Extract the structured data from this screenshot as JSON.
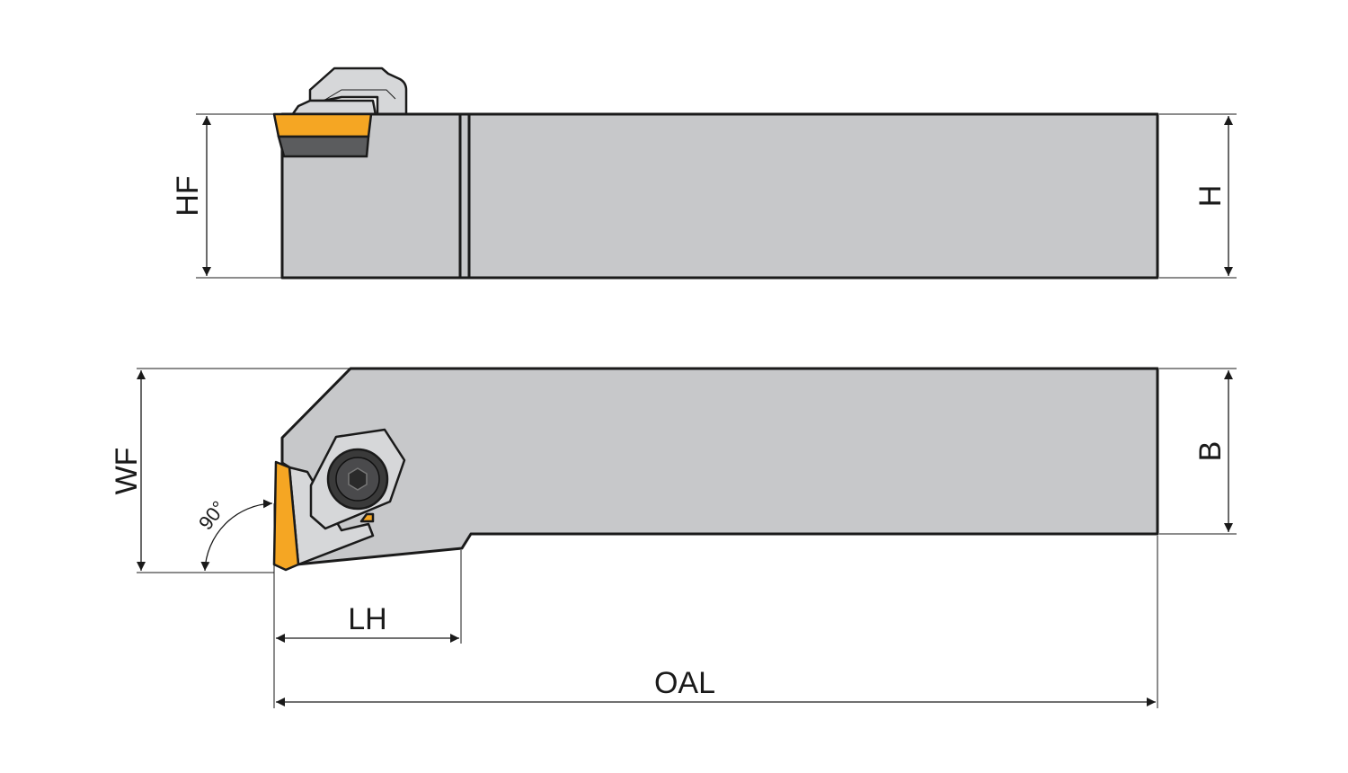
{
  "diagram": {
    "title": "Turning tool holder dimensional drawing",
    "colors": {
      "body": "#c7c8ca",
      "insert": "#f5a623",
      "outline": "#1a1a1a",
      "screw": "#3a3a3a"
    }
  },
  "dimensions": {
    "hf": "HF",
    "h": "H",
    "wf": "WF",
    "b": "B",
    "lh": "LH",
    "oal": "OAL",
    "angle": "90°"
  }
}
